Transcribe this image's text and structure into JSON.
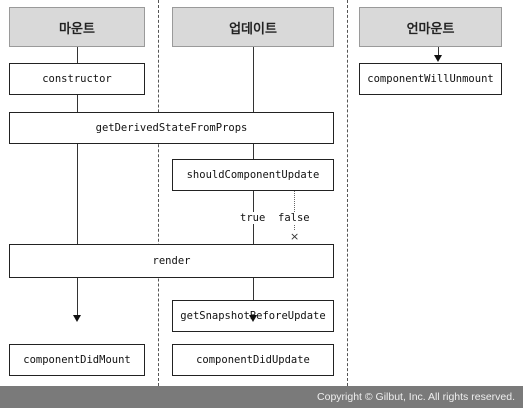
{
  "columns": {
    "mount": "마운트",
    "update": "업데이트",
    "unmount": "언마운트"
  },
  "methods": {
    "constructor": "constructor",
    "get_derived_state_from_props": "getDerivedStateFromProps",
    "should_component_update": "shouldComponentUpdate",
    "render": "render",
    "get_snapshot_before_update": "getSnapshotBeforeUpdate",
    "component_did_mount": "componentDidMount",
    "component_did_update": "componentDidUpdate",
    "component_will_unmount": "componentWillUnmount"
  },
  "branch_labels": {
    "true": "true",
    "false": "false",
    "stop_mark": "×"
  },
  "footer": {
    "copyright": "Copyright © Gilbut, Inc. All rights reserved."
  }
}
